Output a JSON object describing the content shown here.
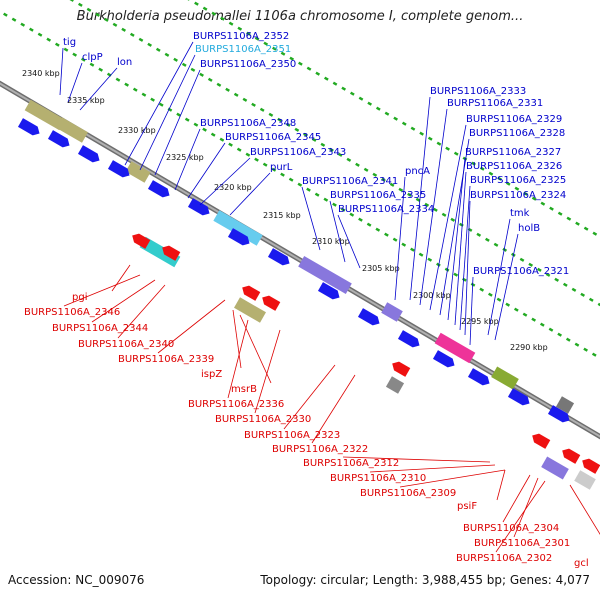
{
  "title": "Burkholderia pseudomallei 1106a chromosome I, complete genom...",
  "footer": {
    "accession": "Accession: NC_009076",
    "summary": "Topology: circular; Length: 3,988,455 bp; Genes: 4,077"
  },
  "colors": {
    "top_label": "#0000cc",
    "top_label_highlight": "#22aadd",
    "bottom_label": "#dd0000",
    "backbone": "#888888",
    "tick_dots": "#22aa22"
  },
  "ticks": [
    "2340 kbp",
    "2335 kbp",
    "2330 kbp",
    "2325 kbp",
    "2320 kbp",
    "2315 kbp",
    "2310 kbp",
    "2305 kbp",
    "2300 kbp",
    "2295 kbp",
    "2290 kbp"
  ],
  "top_labels": [
    "tig",
    "clpP",
    "lon",
    "BURPS1106A_2352",
    "BURPS1106A_2351",
    "BURPS1106A_2350",
    "BURPS1106A_2348",
    "BURPS1106A_2345",
    "BURPS1106A_2343",
    "purL",
    "BURPS1106A_2341",
    "BURPS1106A_2335",
    "BURPS1106A_2334",
    "pncA",
    "BURPS1106A_2333",
    "BURPS1106A_2331",
    "BURPS1106A_2329",
    "BURPS1106A_2328",
    "BURPS1106A_2327",
    "BURPS1106A_2326",
    "BURPS1106A_2325",
    "BURPS1106A_2324",
    "tmk",
    "holB",
    "BURPS1106A_2321"
  ],
  "bottom_labels": [
    "pgi",
    "BURPS1106A_2346",
    "BURPS1106A_2344",
    "BURPS1106A_2340",
    "BURPS1106A_2339",
    "ispZ",
    "msrB",
    "BURPS1106A_2336",
    "BURPS1106A_2330",
    "BURPS1106A_2323",
    "BURPS1106A_2322",
    "BURPS1106A_2312",
    "BURPS1106A_2310",
    "BURPS1106A_2309",
    "psiF",
    "BURPS1106A_2304",
    "BURPS1106A_2301",
    "BURPS1106A_2302",
    "gcl"
  ]
}
